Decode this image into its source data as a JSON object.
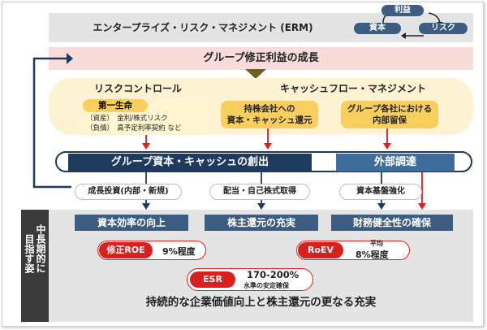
{
  "erm": {
    "title": "エンタープライズ・リスク・マネジメント (ERM)",
    "cycle": [
      "利益",
      "資本",
      "リスク"
    ]
  },
  "growth_banner": "グループ修正利益の成長",
  "risk_control": {
    "heading": "リスクコントロール",
    "company": "第一生命",
    "asset_line": "（資産）　金利/株式リスク",
    "liability_line": "（負債）　高予定利率契約 など"
  },
  "cashflow": {
    "heading": "キャッシュフロー・マネジメント",
    "holding_line1": "持株会社への",
    "holding_line2": "資本・キャッシュ還元",
    "retain_line1": "グループ各社における",
    "retain_line2": "内部留保"
  },
  "creation": {
    "main": "グループ資本・キャッシュの創出",
    "external": "外部調達"
  },
  "uses": [
    "成長投資(内部・新規)",
    "配当・自己株式取得",
    "資本基盤強化"
  ],
  "goals": {
    "side_label_col1": "中長期的に",
    "side_label_col2": "目指す姿",
    "items": [
      "資本効率の向上",
      "株主還元の充実",
      "財務健全性の確保"
    ]
  },
  "kpis": {
    "roe": {
      "label": "修正ROE",
      "value": "9%程度"
    },
    "roev": {
      "label": "RoEV",
      "note": "平均",
      "value": "8%程度"
    },
    "esr": {
      "label": "ESR",
      "value": "170-200%",
      "note": "水準の安定確保"
    }
  },
  "bottom": "持続的な企業価値向上と株主還元の更なる充実",
  "colors": {
    "navy": "#1f3a5f",
    "steel": "#3e6d9c",
    "red": "#d8201e",
    "yellow": "#f8cf5f",
    "pink": "#f8dcd8"
  }
}
